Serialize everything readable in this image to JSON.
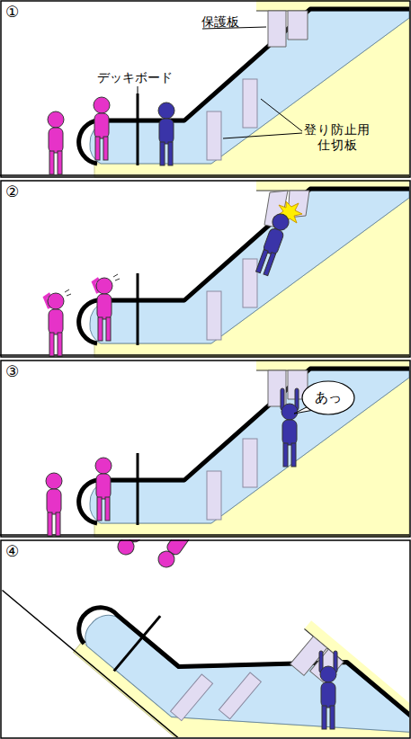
{
  "diagram": {
    "nodes": [
      {
        "text": [
          "あっ"
        ]
      }
    ],
    "labels": [
      "①",
      "保護板",
      "デッキボード",
      "登り防止用 仕切板",
      "②",
      "③",
      "④"
    ]
  }
}
